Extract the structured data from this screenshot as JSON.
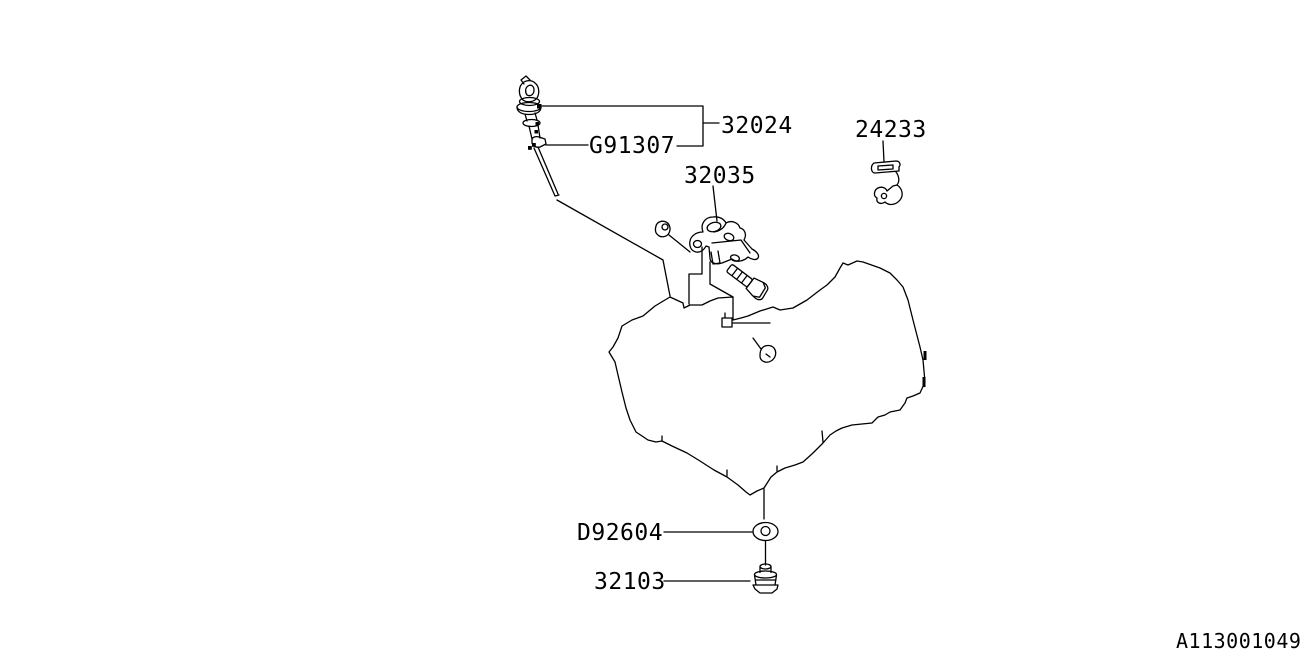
{
  "colors": {
    "background": "#ffffff",
    "line": "#000000",
    "text": "#000000"
  },
  "callouts": {
    "p32024": "32024",
    "g91307": "G91307",
    "p32035": "32035",
    "p24233": "24233",
    "d92604": "D92604",
    "p32103": "32103"
  },
  "footer": {
    "drawing_code": "A113001049"
  }
}
